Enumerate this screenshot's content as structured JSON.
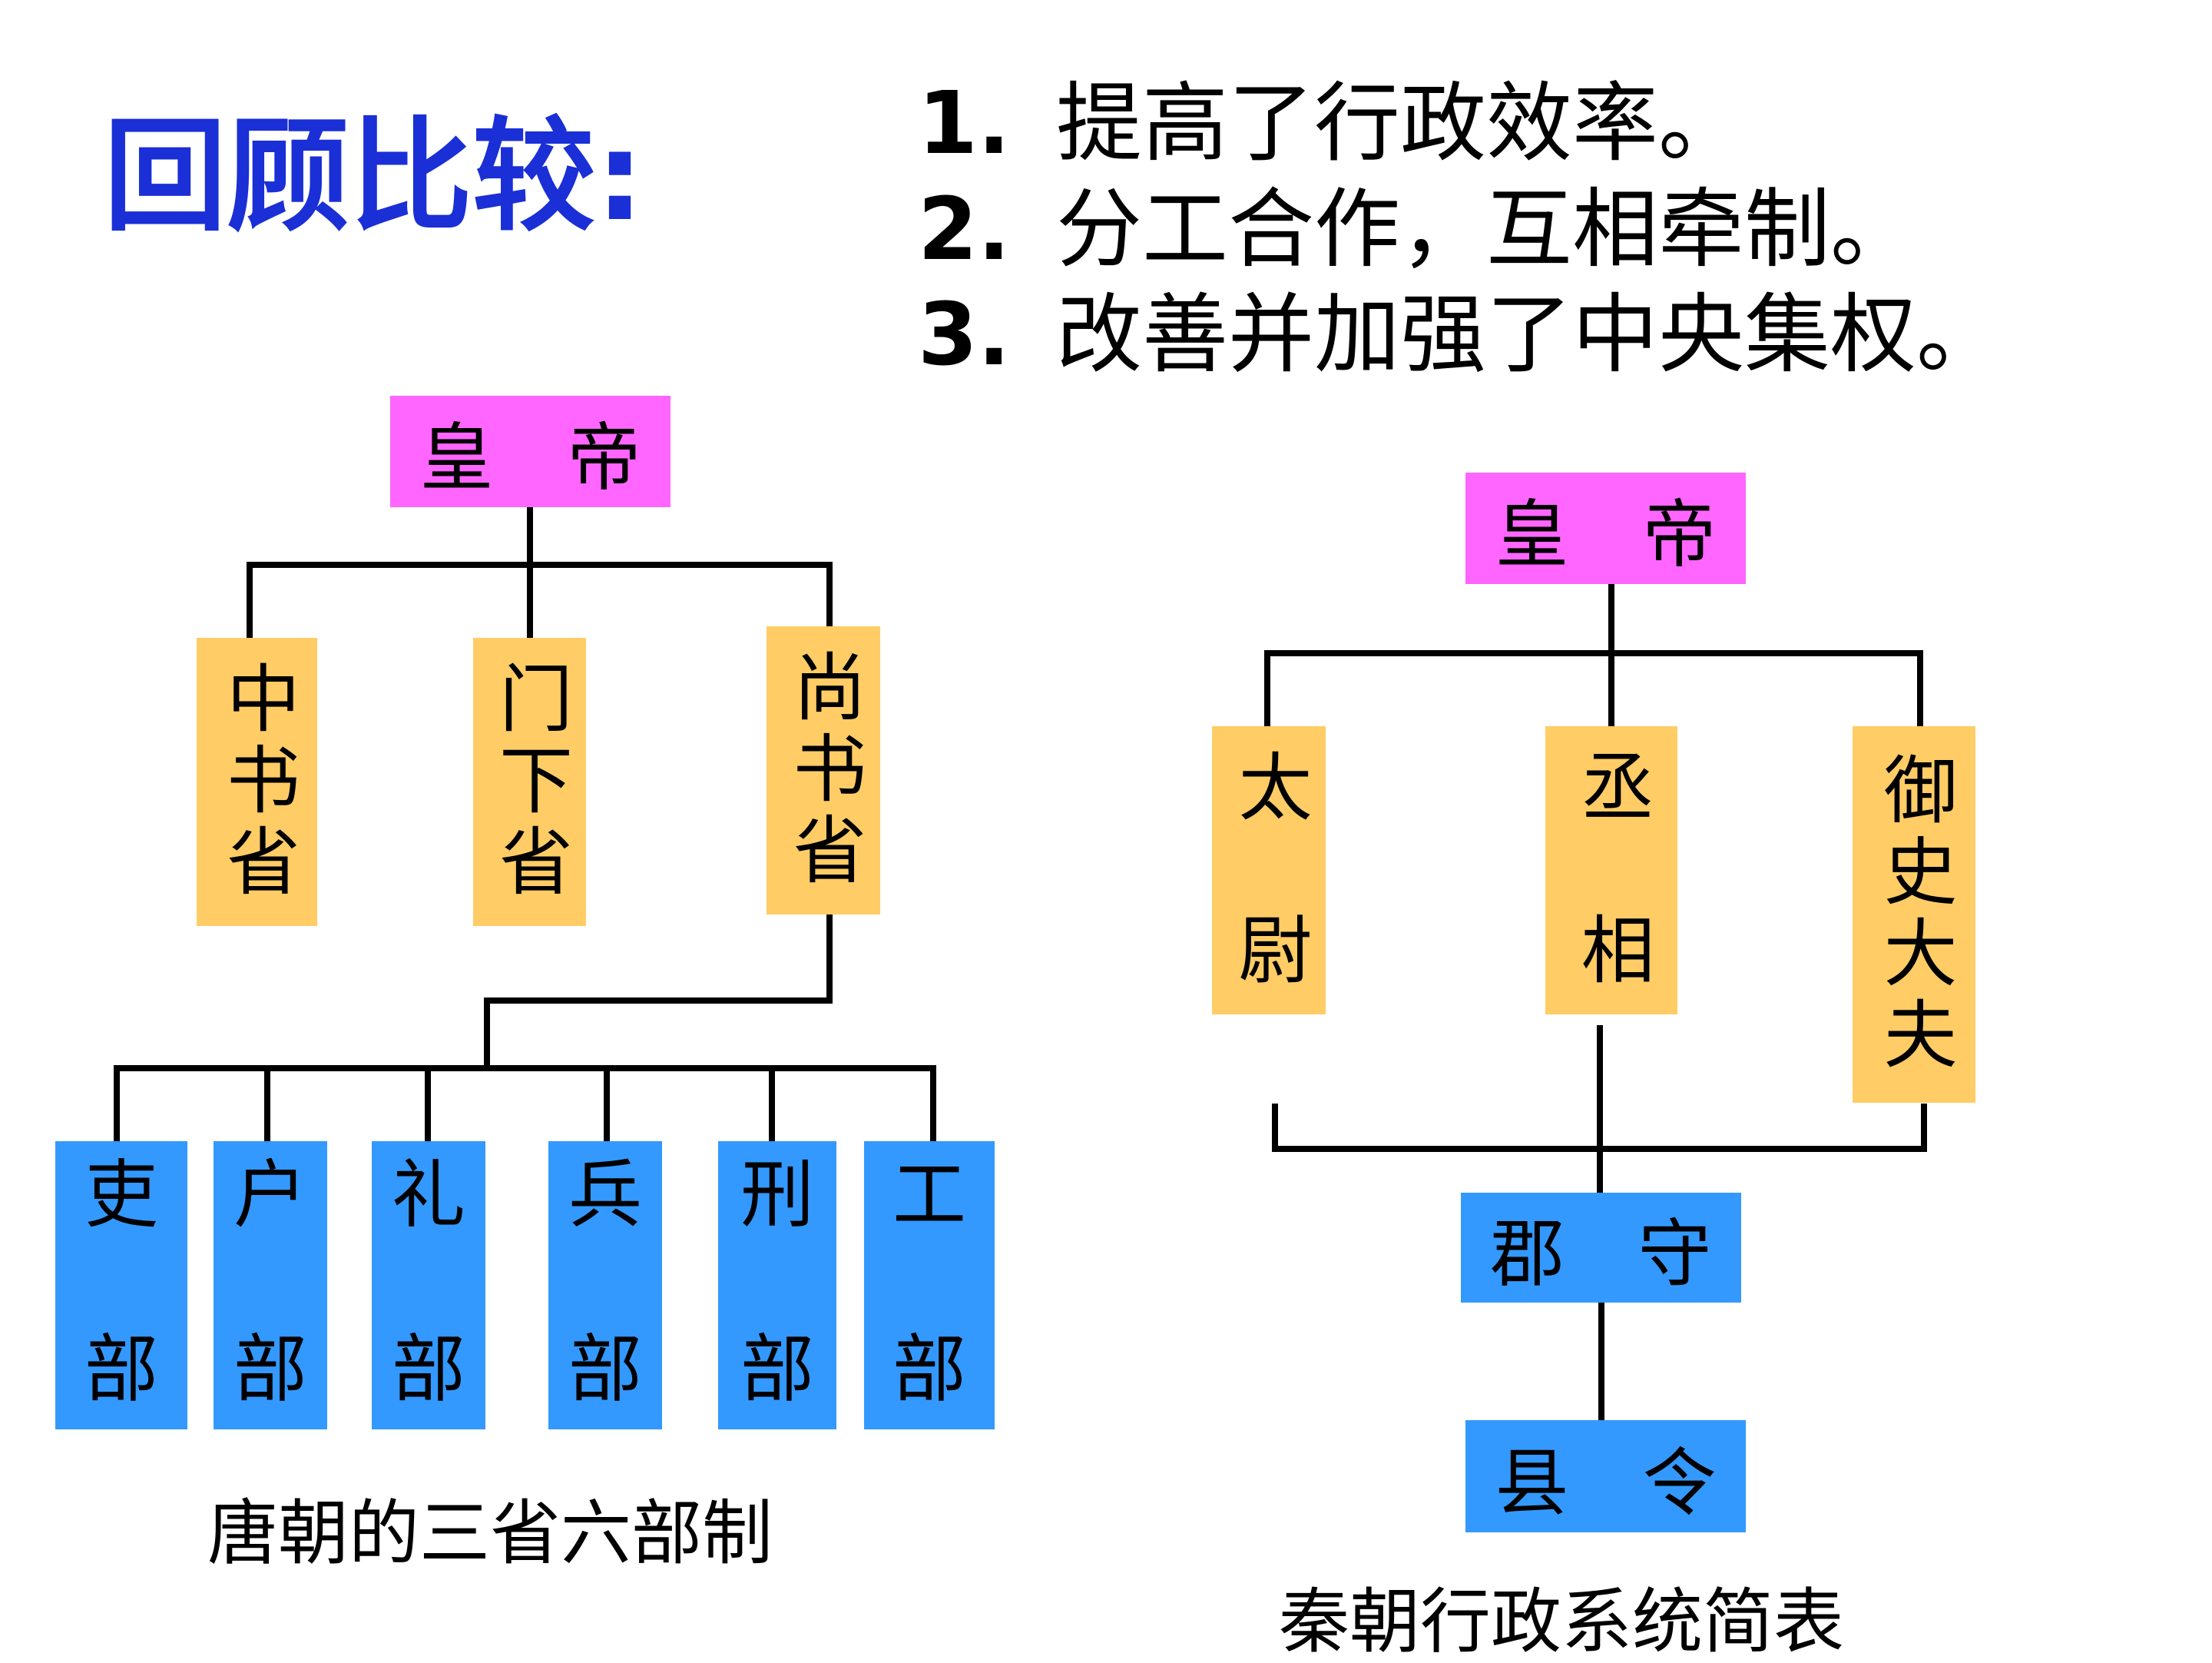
{
  "title": "回顾比较:",
  "points": [
    {
      "num": "1.",
      "text": "提高了行政效率。"
    },
    {
      "num": "2.",
      "text": "分工合作，互相牵制。"
    },
    {
      "num": "3.",
      "text": "改善并加强了中央集权。"
    }
  ],
  "tang": {
    "emperor": "皇　帝",
    "provinces": [
      "中书省",
      "门下省",
      "尚书省"
    ],
    "departments": [
      {
        "top": "吏",
        "bottom": "部"
      },
      {
        "top": "户",
        "bottom": "部"
      },
      {
        "top": "礼",
        "bottom": "部"
      },
      {
        "top": "兵",
        "bottom": "部"
      },
      {
        "top": "刑",
        "bottom": "部"
      },
      {
        "top": "工",
        "bottom": "部"
      }
    ],
    "caption": "唐朝的三省六部制"
  },
  "qin": {
    "emperor": "皇　帝",
    "ministers": [
      "太　尉",
      "丞　相",
      "御史大夫"
    ],
    "commandery": "郡　守",
    "county": "县　令",
    "caption": "秦朝行政系统简表"
  },
  "colors": {
    "title": "#1a2fd6",
    "emperor": "#ff66ff",
    "official": "#ffcc66",
    "department": "#3399ff"
  }
}
